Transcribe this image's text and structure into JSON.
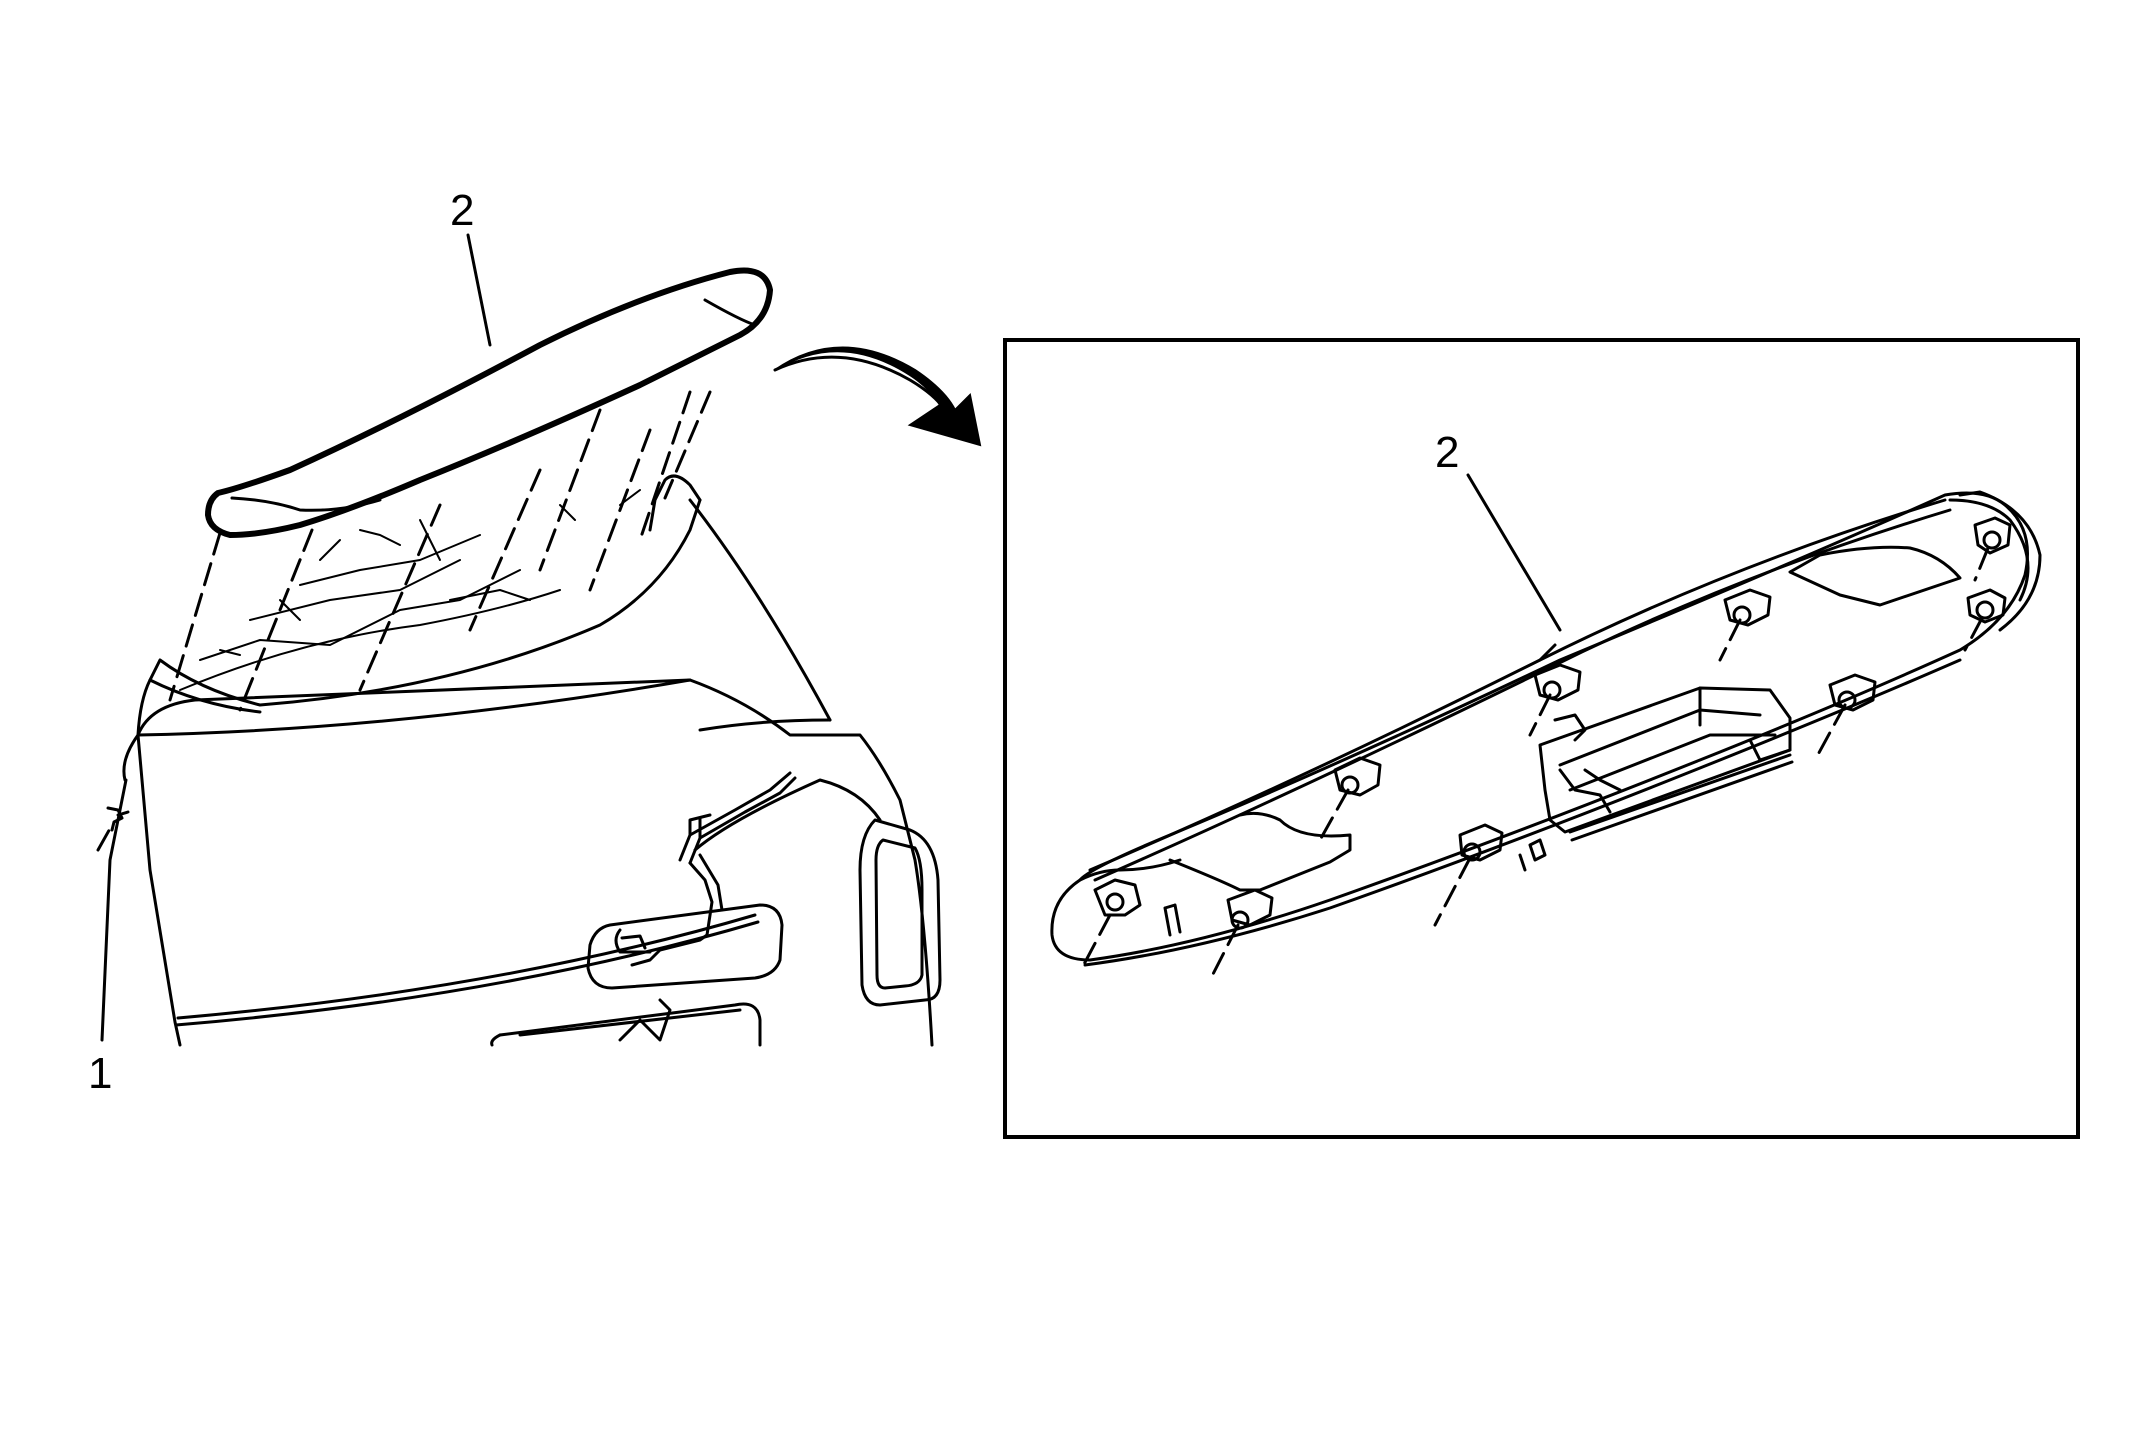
{
  "callouts": {
    "item_1": "1",
    "item_2_main": "2",
    "item_2_detail": "2"
  },
  "colors": {
    "line": "#000000",
    "background": "#ffffff"
  }
}
